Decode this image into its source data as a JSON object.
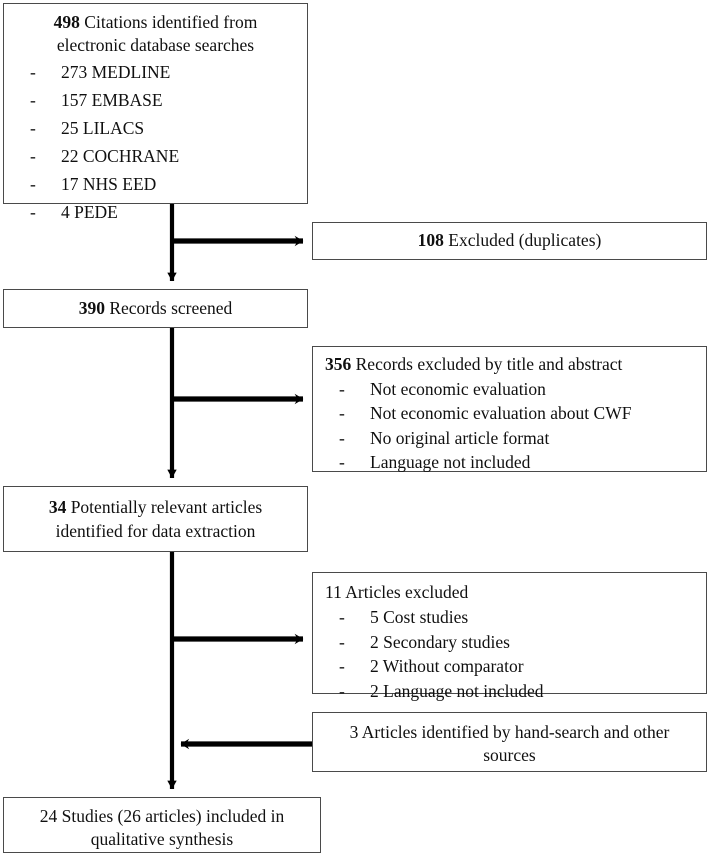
{
  "diagram": {
    "title": "PRISMA study selection flow diagram",
    "type": "flowchart",
    "colors": {
      "box_border": "#4a4a4a",
      "arrow": "#000000",
      "text": "#101010",
      "background": "#ffffff"
    }
  },
  "nodes": {
    "identified": {
      "count": "498",
      "count_bold": true,
      "text": "Citations identified from",
      "text_line2": "electronic database searches",
      "bullets": [
        "273 MEDLINE",
        "157 EMBASE",
        "25 LILACS",
        "22 COCHRANE",
        "17 NHS EED",
        "4 PEDE"
      ],
      "bullet_marker": "-"
    },
    "duplicates": {
      "count": "108",
      "count_bold": true,
      "text": "Excluded (duplicates)"
    },
    "screened": {
      "count": "390",
      "count_bold": true,
      "text": "Records screened"
    },
    "excluded_title_abstract": {
      "count": "356",
      "count_bold": true,
      "text": "Records excluded by title and abstract",
      "bullets": [
        "Not economic evaluation",
        "Not economic evaluation about CWF",
        "No original article format",
        "Language not included"
      ],
      "bullet_marker": "-"
    },
    "relevant": {
      "count": "34",
      "count_bold": true,
      "text": "Potentially relevant articles",
      "text_line2": "identified for data extraction"
    },
    "articles_excluded": {
      "count": "11",
      "count_bold": false,
      "text": "Articles excluded",
      "bullets": [
        "5 Cost studies",
        "2 Secondary studies",
        "2 Without comparator",
        "2 Language not included"
      ],
      "bullet_marker": "-"
    },
    "handsearch": {
      "count": "3",
      "count_bold": false,
      "text": "Articles identified by hand-search and other",
      "text_line2": "sources"
    },
    "included": {
      "count": "24",
      "count_bold": false,
      "text": "Studies (26 articles) included in",
      "text_line2": "qualitative synthesis"
    }
  },
  "connectors": [
    {
      "name": "identified-to-screened",
      "direction": "down"
    },
    {
      "name": "identified-to-duplicates",
      "direction": "right"
    },
    {
      "name": "screened-to-relevant",
      "direction": "down"
    },
    {
      "name": "screened-to-excluded",
      "direction": "right"
    },
    {
      "name": "relevant-to-included",
      "direction": "down"
    },
    {
      "name": "relevant-to-articles-excluded",
      "direction": "right"
    },
    {
      "name": "handsearch-to-trunk",
      "direction": "left"
    }
  ]
}
